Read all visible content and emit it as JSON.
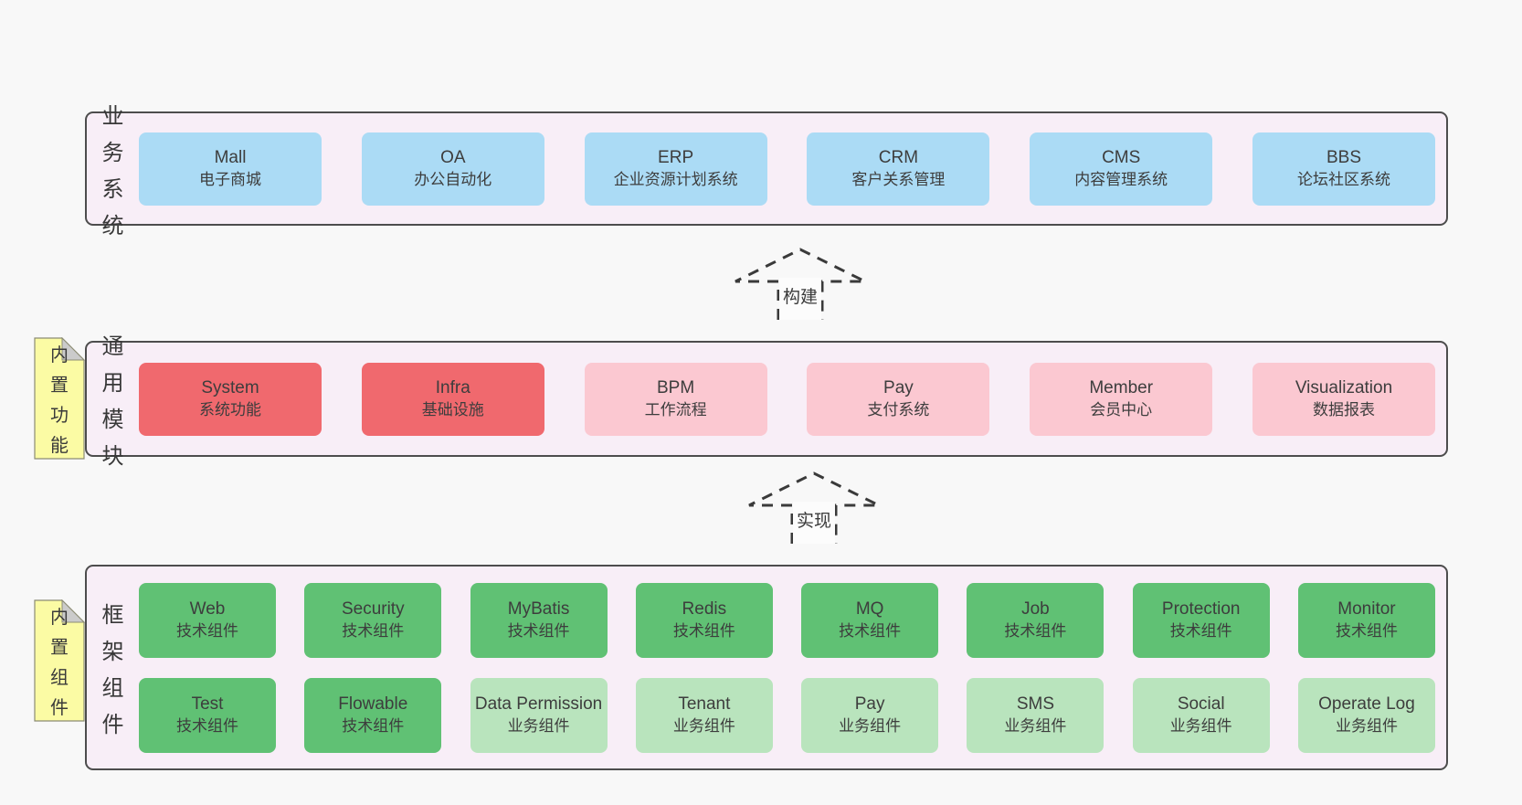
{
  "colors": {
    "page_bg": "#f8f8f8",
    "container_bg": "#f8eef7",
    "container_border": "#4d4d4d",
    "box_blue": "#abdbf5",
    "box_red": "#f0696e",
    "box_pink": "#fbc8d1",
    "box_green_dark": "#60c174",
    "box_green_light": "#b9e4bd",
    "tab_yellow": "#fbfba4",
    "tab_fold": "#cbcbcb",
    "text": "#3d3d3d"
  },
  "arrows": [
    {
      "label": "构建"
    },
    {
      "label": "实现"
    }
  ],
  "layers": [
    {
      "id": "business",
      "label": "业务系统",
      "rows": [
        [
          {
            "en": "Mall",
            "zh": "电子商城",
            "variant": "blue"
          },
          {
            "en": "OA",
            "zh": "办公自动化",
            "variant": "blue"
          },
          {
            "en": "ERP",
            "zh": "企业资源计划系统",
            "variant": "blue"
          },
          {
            "en": "CRM",
            "zh": "客户关系管理",
            "variant": "blue"
          },
          {
            "en": "CMS",
            "zh": "内容管理系统",
            "variant": "blue"
          },
          {
            "en": "BBS",
            "zh": "论坛社区系统",
            "variant": "blue"
          }
        ]
      ]
    },
    {
      "id": "modules",
      "label": "通用模块",
      "tab": "内置功能",
      "rows": [
        [
          {
            "en": "System",
            "zh": "系统功能",
            "variant": "red"
          },
          {
            "en": "Infra",
            "zh": "基础设施",
            "variant": "red"
          },
          {
            "en": "BPM",
            "zh": "工作流程",
            "variant": "pink"
          },
          {
            "en": "Pay",
            "zh": "支付系统",
            "variant": "pink"
          },
          {
            "en": "Member",
            "zh": "会员中心",
            "variant": "pink"
          },
          {
            "en": "Visualization",
            "zh": "数据报表",
            "variant": "pink"
          }
        ]
      ]
    },
    {
      "id": "framework",
      "label": "框架组件",
      "tab": "内置组件",
      "rows": [
        [
          {
            "en": "Web",
            "zh": "技术组件",
            "variant": "green-dark"
          },
          {
            "en": "Security",
            "zh": "技术组件",
            "variant": "green-dark"
          },
          {
            "en": "MyBatis",
            "zh": "技术组件",
            "variant": "green-dark"
          },
          {
            "en": "Redis",
            "zh": "技术组件",
            "variant": "green-dark"
          },
          {
            "en": "MQ",
            "zh": "技术组件",
            "variant": "green-dark"
          },
          {
            "en": "Job",
            "zh": "技术组件",
            "variant": "green-dark"
          },
          {
            "en": "Protection",
            "zh": "技术组件",
            "variant": "green-dark"
          },
          {
            "en": "Monitor",
            "zh": "技术组件",
            "variant": "green-dark"
          }
        ],
        [
          {
            "en": "Test",
            "zh": "技术组件",
            "variant": "green-dark"
          },
          {
            "en": "Flowable",
            "zh": "技术组件",
            "variant": "green-dark"
          },
          {
            "en": "Data Permission",
            "zh": "业务组件",
            "variant": "green-light"
          },
          {
            "en": "Tenant",
            "zh": "业务组件",
            "variant": "green-light"
          },
          {
            "en": "Pay",
            "zh": "业务组件",
            "variant": "green-light"
          },
          {
            "en": "SMS",
            "zh": "业务组件",
            "variant": "green-light"
          },
          {
            "en": "Social",
            "zh": "业务组件",
            "variant": "green-light"
          },
          {
            "en": "Operate Log",
            "zh": "业务组件",
            "variant": "green-light"
          }
        ]
      ]
    }
  ]
}
